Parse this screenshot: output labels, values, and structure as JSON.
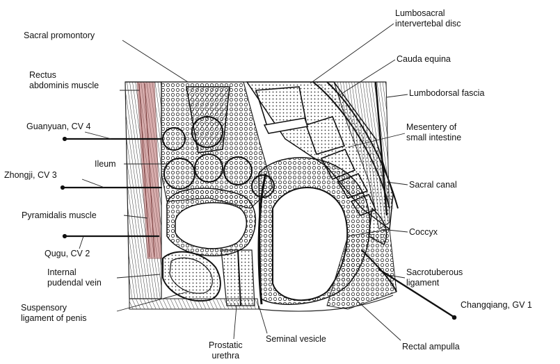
{
  "colors": {
    "ink": "#1a1a1a",
    "muscle": "#8b3a3a",
    "cavity_fill": "#ffffff"
  },
  "labels": {
    "sacral_promontory": "Sacral promontory",
    "rectus_abdominis": [
      "Rectus",
      "abdominis muscle"
    ],
    "guanyuan": "Guanyuan, CV 4",
    "ileum": "Ileum",
    "zhongji": "Zhongji, CV 3",
    "pyramidalis": "Pyramidalis muscle",
    "qugu": "Qugu, CV 2",
    "internal_pudendal_vein": [
      "Internal",
      "pudendal vein"
    ],
    "suspensory_ligament": [
      "Suspensory",
      "ligament of penis"
    ],
    "prostatic_urethra": [
      "Prostatic",
      "urethra"
    ],
    "seminal_vesicle": "Seminal vesicle",
    "lumbosacral_disc": [
      "Lumbosacral",
      "intervertebal disc"
    ],
    "cauda_equina": "Cauda equina",
    "lumbodorsal_fascia": "Lumbodorsal fascia",
    "mesentery": [
      "Mesentery of",
      "small intestine"
    ],
    "sacral_canal": "Sacral canal",
    "coccyx": "Coccyx",
    "sacrotuberous": [
      "Sacrotuberous",
      "ligament"
    ],
    "changqiang": "Changqiang, GV 1",
    "rectal_ampulla": "Rectal ampulla"
  }
}
